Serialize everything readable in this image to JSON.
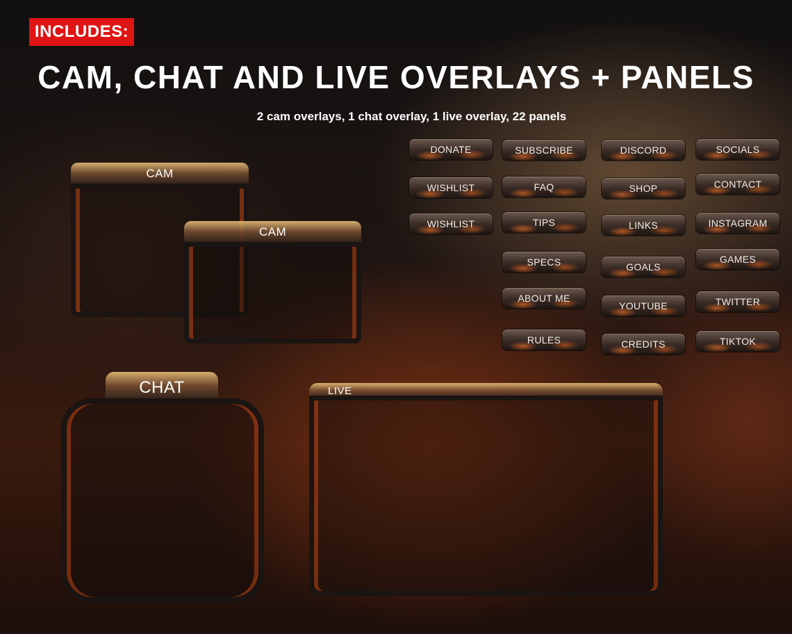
{
  "header": {
    "badge": "INCLUDES:",
    "title": "CAM, CHAT AND LIVE OVERLAYS + PANELS",
    "subtitle": "2 cam overlays, 1 chat overlay, 1 live overlay, 22  panels"
  },
  "overlays": {
    "cam1_label": "CAM",
    "cam2_label": "CAM",
    "chat_label": "CHAT",
    "live_label": "LIVE"
  },
  "panels": {
    "col1": [
      "DONATE",
      "WISHLIST",
      "WISHLIST"
    ],
    "col2": [
      "SUBSCRIBE",
      "FAQ",
      "TIPS",
      "SPECS",
      "ABOUT ME",
      "RULES"
    ],
    "col3": [
      "DISCORD",
      "SHOP",
      "LINKS",
      "GOALS",
      "YOUTUBE",
      "CREDITS"
    ],
    "col4": [
      "SOCIALS",
      "CONTACT",
      "INSTAGRAM",
      "GAMES",
      "TWITTER",
      "TIKTOK"
    ]
  },
  "colors": {
    "badge_red": "#e01414",
    "text_white": "#ffffff",
    "background_dark": "#1c0e0a",
    "ember_orange": "#a8461a"
  }
}
